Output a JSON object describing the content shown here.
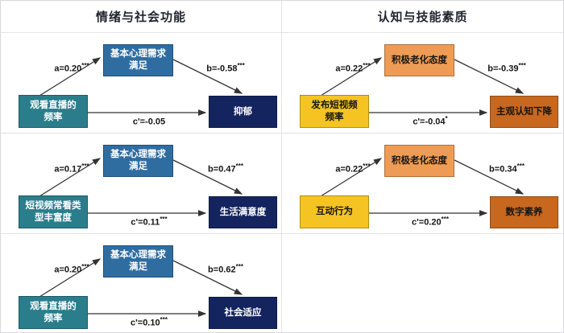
{
  "headers": {
    "left": "情绪与社会功能",
    "right": "认知与技能素质"
  },
  "palette": {
    "cool_predictor": "#2a7e8c",
    "cool_mediator": "#2f6da1",
    "cool_outcome": "#14245f",
    "warm_predictor": "#f5c422",
    "warm_mediator": "#ee9c55",
    "warm_outcome": "#c7681e",
    "line_color": "#333333",
    "grid_border": "#d9d9de",
    "header_text": "#1f242e"
  },
  "diagrams": [
    {
      "predictor_line1": "观看直播的",
      "predictor_line2": "频率",
      "mediator_line1": "基本心理需求",
      "mediator_line2": "满足",
      "outcome": "抑郁",
      "path_a": "a=0.20",
      "path_a_sig": "***",
      "path_b": "b=-0.58",
      "path_b_sig": "***",
      "path_c": "c'=-0.05",
      "path_c_sig": ""
    },
    {
      "predictor_line1": "短视频常看类",
      "predictor_line2": "型丰富度",
      "mediator_line1": "基本心理需求",
      "mediator_line2": "满足",
      "outcome": "生活满意度",
      "path_a": "a=0.17",
      "path_a_sig": "***",
      "path_b": "b=0.47",
      "path_b_sig": "***",
      "path_c": "c'=0.11",
      "path_c_sig": "***"
    },
    {
      "predictor_line1": "观看直播的",
      "predictor_line2": "频率",
      "mediator_line1": "基本心理需求",
      "mediator_line2": "满足",
      "outcome": "社会适应",
      "path_a": "a=0.20",
      "path_a_sig": "***",
      "path_b": "b=0.62",
      "path_b_sig": "***",
      "path_c": "c'=0.10",
      "path_c_sig": "***"
    },
    {
      "predictor_line1": "发布短视频",
      "predictor_line2": "频率",
      "mediator_line1": "积极老化态度",
      "mediator_line2": "",
      "outcome": "主观认知下降",
      "path_a": "a=0.22",
      "path_a_sig": "***",
      "path_b": "b=-0.39",
      "path_b_sig": "***",
      "path_c": "c'=-0.04",
      "path_c_sig": "*"
    },
    {
      "predictor_line1": "互动行为",
      "predictor_line2": "",
      "mediator_line1": "积极老化态度",
      "mediator_line2": "",
      "outcome": "数字素养",
      "path_a": "a=0.22",
      "path_a_sig": "***",
      "path_b": "b=0.34",
      "path_b_sig": "***",
      "path_c": "c'=0.20",
      "path_c_sig": "***"
    }
  ]
}
